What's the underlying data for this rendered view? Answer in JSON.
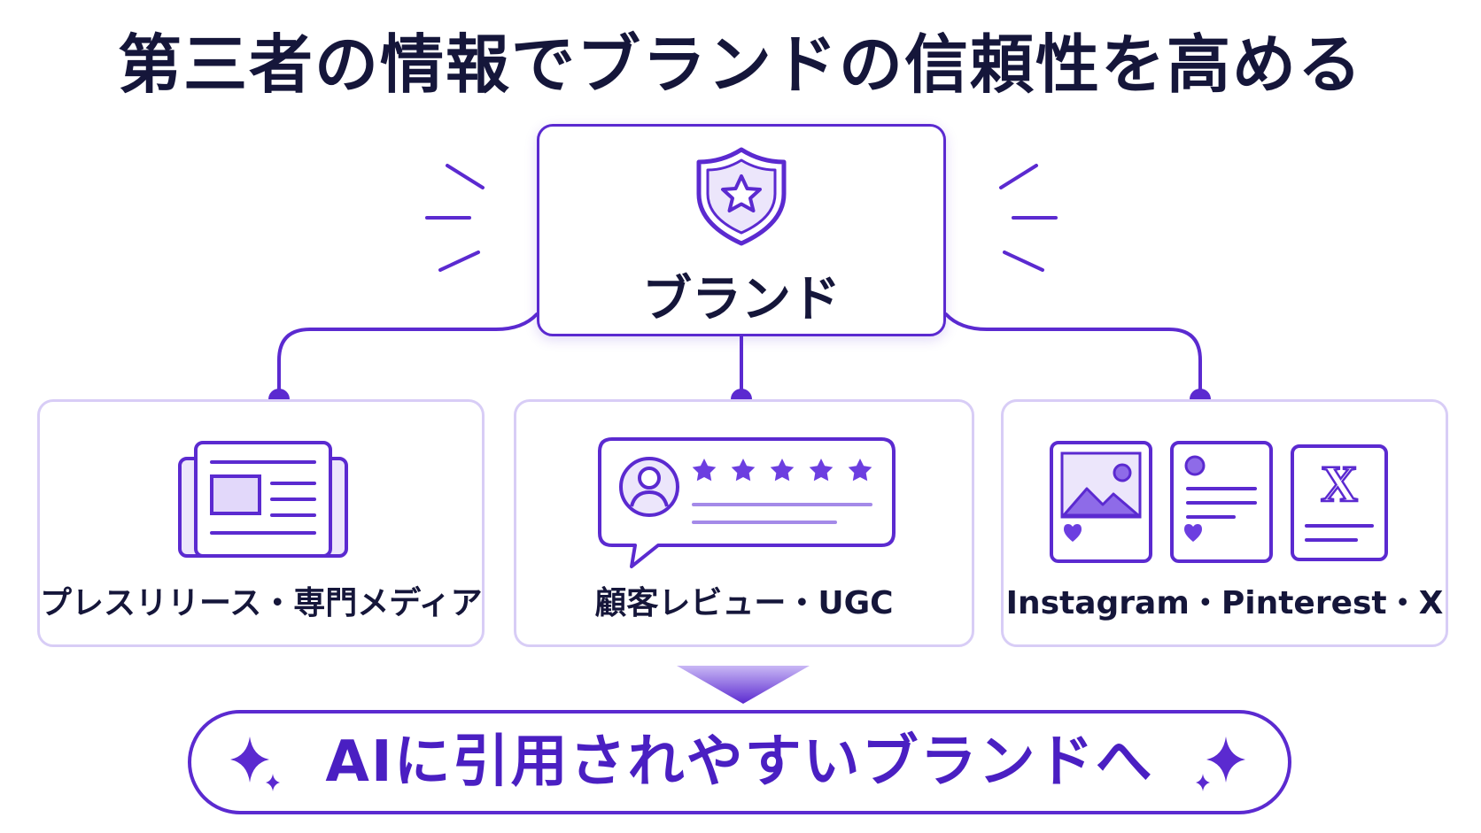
{
  "title": "第三者の情報でブランドの信頼性を高める",
  "center": {
    "label": "ブランド",
    "icon": "shield-star-icon"
  },
  "sources": [
    {
      "label": "プレスリリース・専門メディア",
      "icon": "newspaper-icon"
    },
    {
      "label": "顧客レビュー・UGC",
      "icon": "review-bubble-icon"
    },
    {
      "label": "Instagram・Pinterest・X",
      "icon": "social-posts-icon",
      "x_glyph": "X"
    }
  ],
  "result": {
    "label": "AIに引用されやすいブランドへ",
    "icon": "sparkle-icon"
  },
  "colors": {
    "accent": "#5b2ad0",
    "text": "#15163a",
    "border_light": "#d8cdf6",
    "fill_light": "#ece6fb"
  }
}
